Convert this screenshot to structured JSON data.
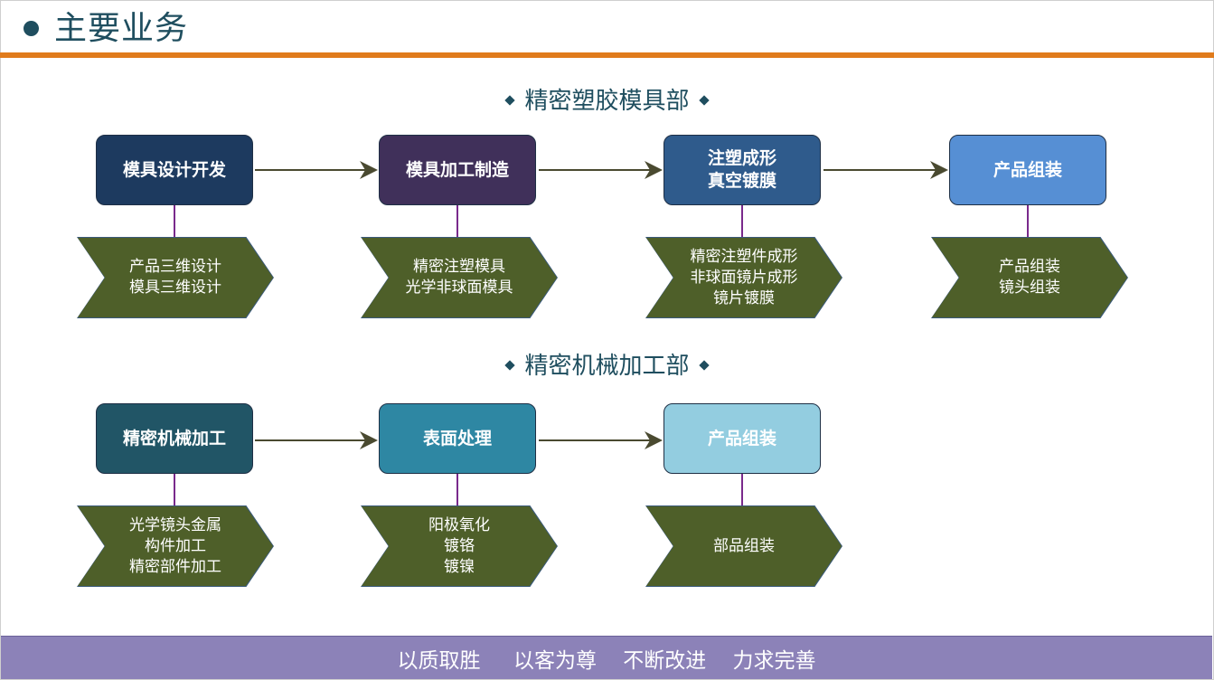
{
  "page_title": "主要业务",
  "colors": {
    "accent_rule": "#e07b1c",
    "title": "#1f4e5f",
    "chevron": "#4e5f29",
    "connector": "#7a2a8c",
    "footer": "#8c82b8"
  },
  "sections": [
    {
      "title": "精密塑胶模具部",
      "steps": [
        {
          "label": "模具设计开发",
          "detail": "产品三维设计\n模具三维设计",
          "color": "#1d3a5f"
        },
        {
          "label": "模具加工制造",
          "detail": "精密注塑模具\n光学非球面模具",
          "color": "#40305a"
        },
        {
          "label": "注塑成形\n真空镀膜",
          "detail": "精密注塑件成形\n非球面镜片成形\n镜片镀膜",
          "color": "#2f5b8c"
        },
        {
          "label": "产品组装",
          "detail": "产品组装\n镜头组装",
          "color": "#568fd4"
        }
      ]
    },
    {
      "title": "精密机械加工部",
      "steps": [
        {
          "label": "精密机械加工",
          "detail": "光学镜头金属\n构件加工\n精密部件加工",
          "color": "#215566"
        },
        {
          "label": "表面处理",
          "detail": "阳极氧化\n镀铬\n镀镍",
          "color": "#2e87a3"
        },
        {
          "label": "产品组装",
          "detail": "部品组装",
          "color": "#93cde0"
        }
      ]
    }
  ],
  "footer": "以质取胜     以客为尊    不断改进    力求完善"
}
